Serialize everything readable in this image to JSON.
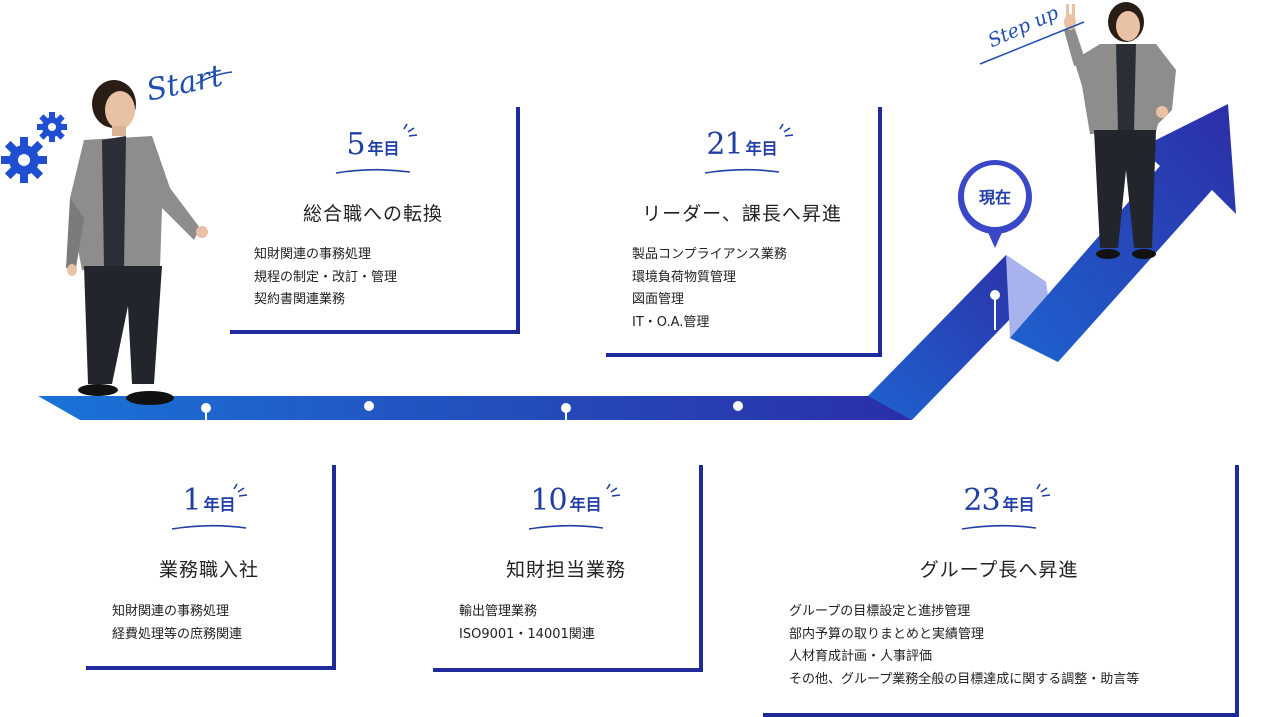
{
  "labels": {
    "start": "Start",
    "step_up": "Step up",
    "now": "現在",
    "year_unit": "年目"
  },
  "milestones": [
    {
      "year": "1",
      "title": "業務職入社",
      "tasks": [
        "知財関連の事務処理",
        "経費処理等の庶務関連"
      ]
    },
    {
      "year": "5",
      "title": "総合職への転換",
      "tasks": [
        "知財関連の事務処理",
        "規程の制定・改訂・管理",
        "契約書関連業務"
      ]
    },
    {
      "year": "10",
      "title": "知財担当業務",
      "tasks": [
        "輸出管理業務",
        "ISO9001・14001関連"
      ]
    },
    {
      "year": "21",
      "title": "リーダー、課長へ昇進",
      "tasks": [
        "製品コンプライアンス業務",
        "環境負荷物質管理",
        "図面管理",
        "IT・O.A.管理"
      ]
    },
    {
      "year": "23",
      "title": "グループ長へ昇進",
      "tasks": [
        "グループの目標設定と進捗管理",
        "部内予算の取りまとめと実績管理",
        "人材育成計画・人事評価",
        "その他、グループ業務全般の目標達成に関する調整・助言等"
      ]
    }
  ],
  "colors": {
    "accent": "#1f3fa6",
    "card_border": "#1f2a9c",
    "path_dark": "#2a2fa8",
    "path_light": "#1a73d8"
  }
}
